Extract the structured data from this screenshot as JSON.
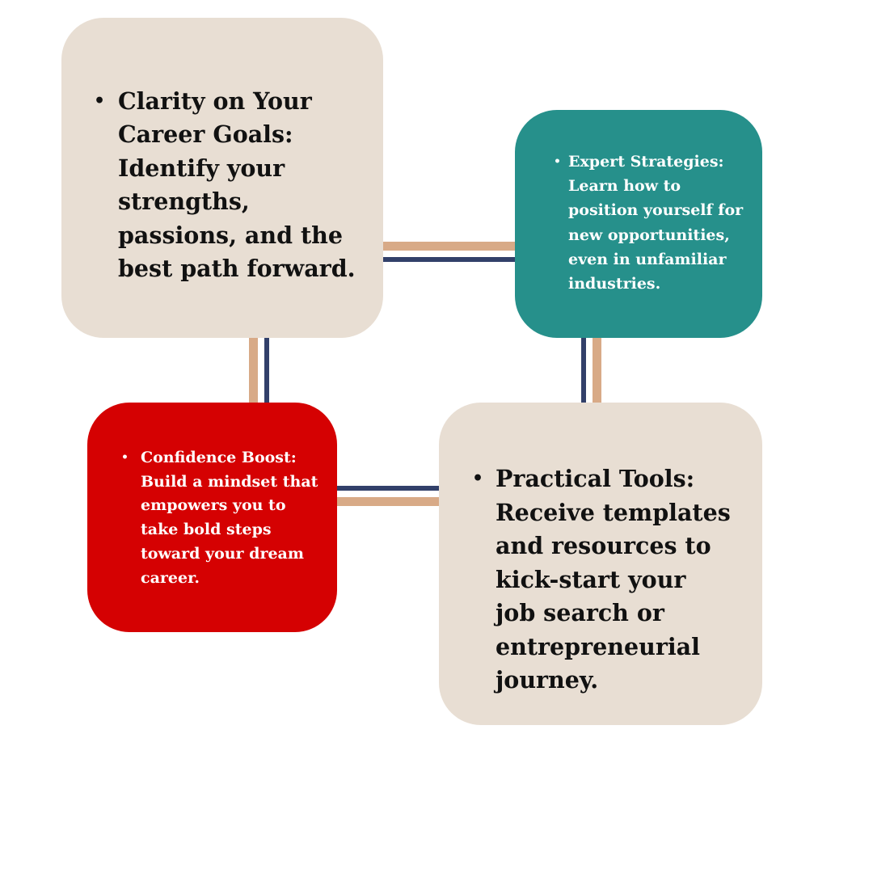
{
  "colors": {
    "background": "#ffffff",
    "beige": "#e8ded3",
    "teal": "#26908b",
    "red": "#d50102",
    "tan_line": "#d8aa87",
    "navy_line": "#32406a",
    "dark_text": "#111111",
    "light_text": "#ffffff"
  },
  "boxes": {
    "clarity": {
      "bullet_icon": "bullet-dot",
      "text": "Clarity on Your Career Goals: Identify your strengths, passions, and the best path forward."
    },
    "expert": {
      "bullet_icon": "bullet-dot",
      "text": "Expert Strategies: Learn how to position yourself for new opportunities, even in unfamiliar industries."
    },
    "confidence": {
      "bullet_icon": "bullet-dot",
      "text": "Confidence Boost: Build a mindset that empowers you to take bold steps toward your dream career."
    },
    "practical": {
      "bullet_icon": "bullet-dot",
      "text": "Practical Tools: Receive templates and resources to kick-start your job search or entrepreneurial journey."
    }
  },
  "bullet_glyph": "•"
}
